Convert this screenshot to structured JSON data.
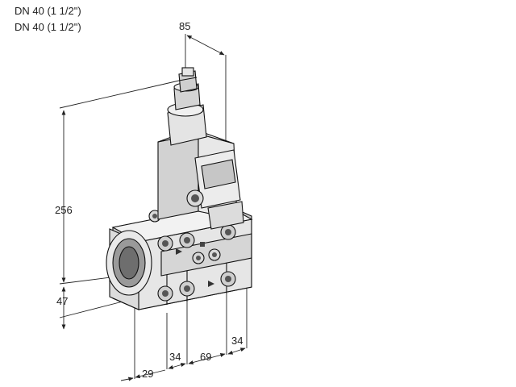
{
  "header": {
    "line1": "DN 40 (1 1/2\")",
    "line2": "DN 40 (1 1/2\")"
  },
  "dimensions": {
    "top_width": "85",
    "height_total": "256",
    "height_lower": "47",
    "width_a": "34",
    "width_b": "69",
    "width_c": "34",
    "width_d": "29"
  },
  "colors": {
    "body": "#e4e4e4",
    "shade": "#b9b9b9",
    "dark": "#7a7a7a",
    "line": "#222222"
  }
}
